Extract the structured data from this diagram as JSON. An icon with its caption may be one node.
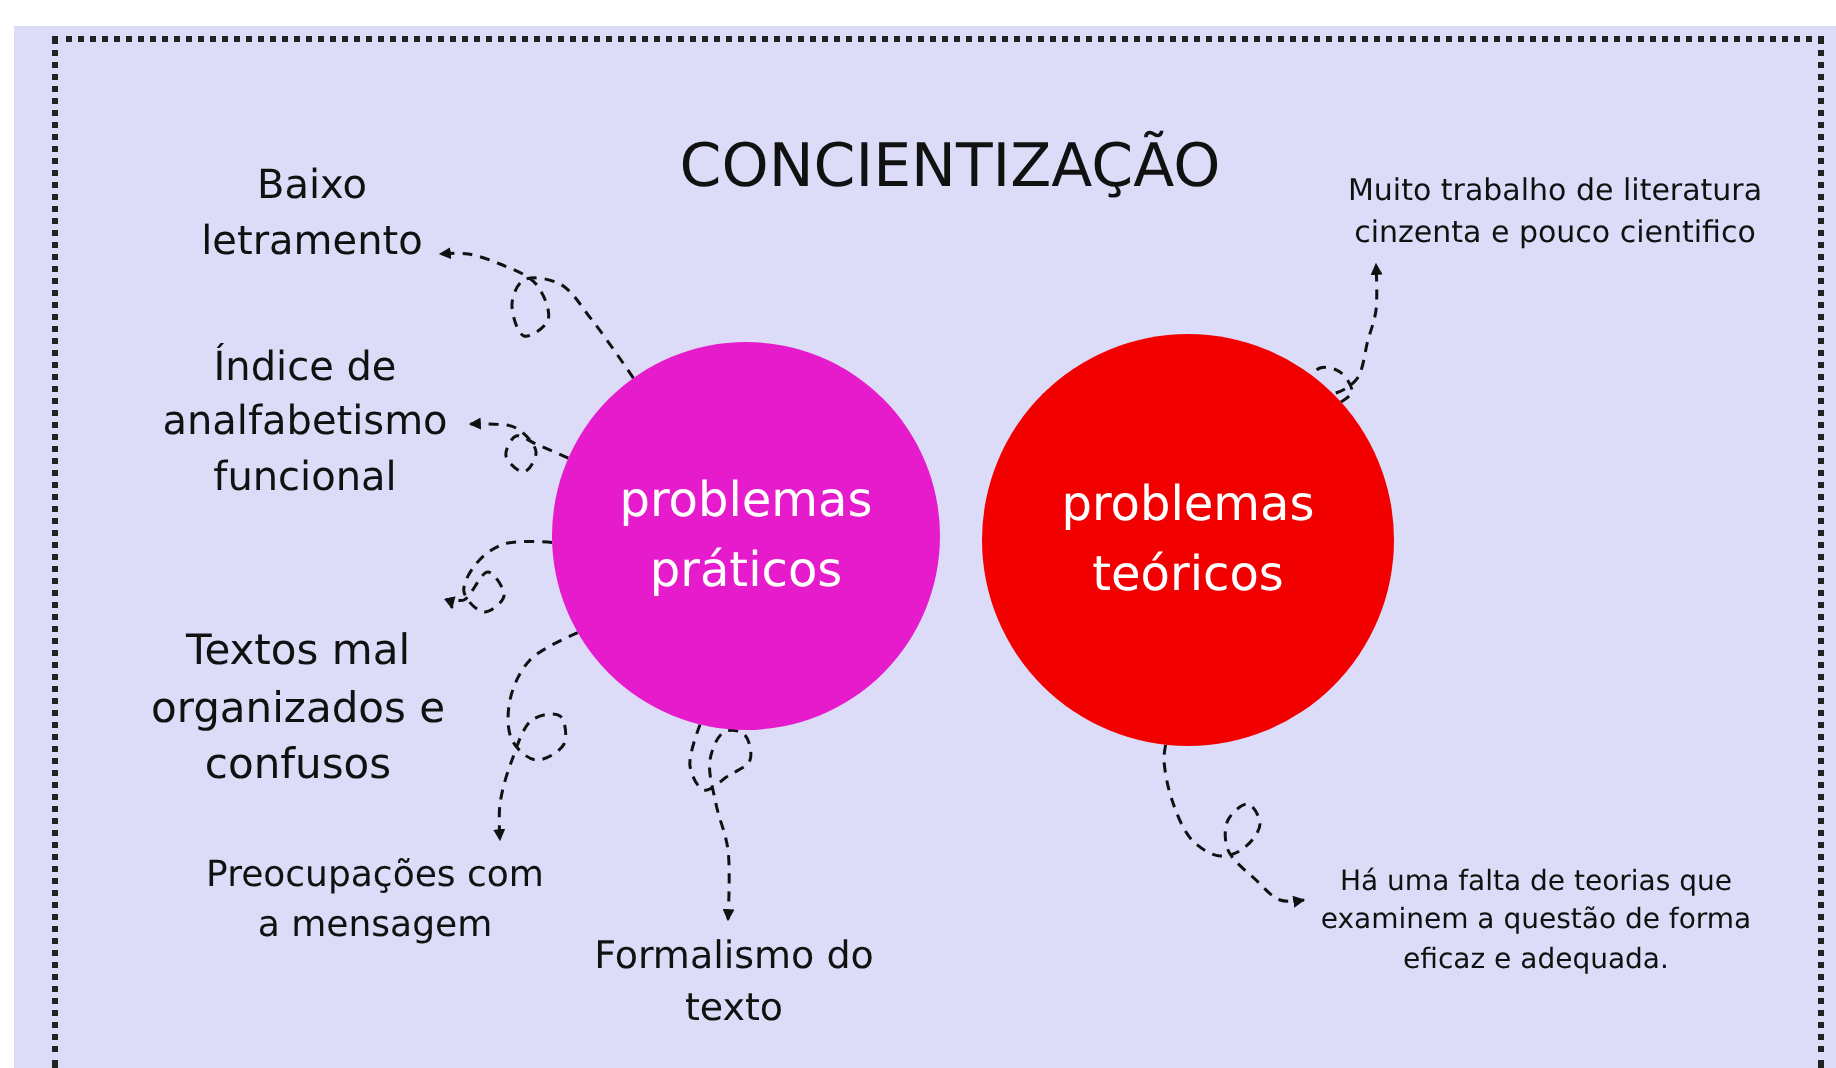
{
  "diagram": {
    "title": "CONCIENTIZAÇÃO",
    "nodes": [
      {
        "text": [
          "problemas práticos"
        ]
      },
      {
        "text": [
          "problemas teóricos"
        ]
      },
      {
        "text": [
          "Baixo letramento"
        ]
      },
      {
        "text": [
          "Índice de analfabetismo funcional"
        ]
      },
      {
        "text": [
          "Textos mal organizados e confusos"
        ]
      },
      {
        "text": [
          "Preocupações com a mensagem"
        ]
      },
      {
        "text": [
          "Formalismo do texto"
        ]
      },
      {
        "text": [
          "Muito trabalho de literatura cinzenta e pouco cientifico"
        ]
      },
      {
        "text": [
          "Há uma falta de teorias que examinem a questão  de forma eficaz e adequada."
        ]
      }
    ],
    "edges": [
      {
        "from": 0,
        "to": 2,
        "arrow": "to",
        "style": "dashed"
      },
      {
        "from": 0,
        "to": 3,
        "arrow": "to",
        "style": "dashed"
      },
      {
        "from": 0,
        "to": 4,
        "arrow": "to",
        "style": "dashed"
      },
      {
        "from": 0,
        "to": 5,
        "arrow": "to",
        "style": "dashed"
      },
      {
        "from": 0,
        "to": 6,
        "arrow": "to",
        "style": "dashed"
      },
      {
        "from": 1,
        "to": 7,
        "arrow": "to",
        "style": "dashed"
      },
      {
        "from": 1,
        "to": 8,
        "arrow": "to",
        "style": "dashed"
      }
    ]
  }
}
